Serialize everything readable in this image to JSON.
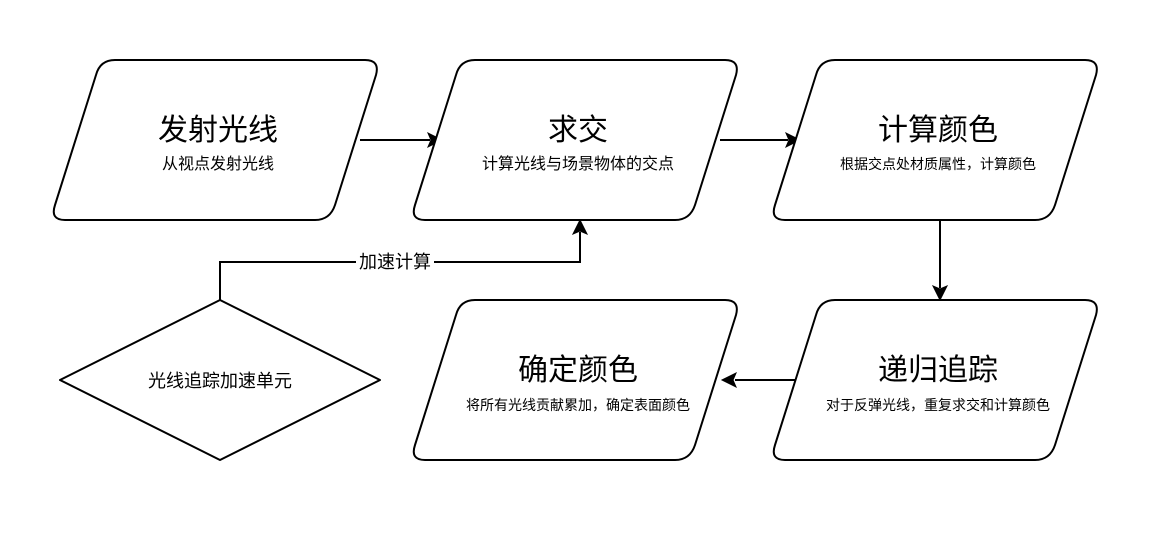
{
  "nodes": {
    "emit": {
      "title": "发射光线",
      "subtitle": "从视点发射光线"
    },
    "intersect": {
      "title": "求交",
      "subtitle": "计算光线与场景物体的交点"
    },
    "color": {
      "title": "计算颜色",
      "subtitle": "根据交点处材质属性，计算颜色"
    },
    "recurse": {
      "title": "递归追踪",
      "subtitle": "对于反弹光线，重复求交和计算颜色"
    },
    "final": {
      "title": "确定颜色",
      "subtitle": "将所有光线贡献累加，确定表面颜色"
    },
    "accel": {
      "label": "光线追踪加速单元"
    }
  },
  "edges": {
    "accel_to_intersect": {
      "label": "加速计算"
    }
  }
}
